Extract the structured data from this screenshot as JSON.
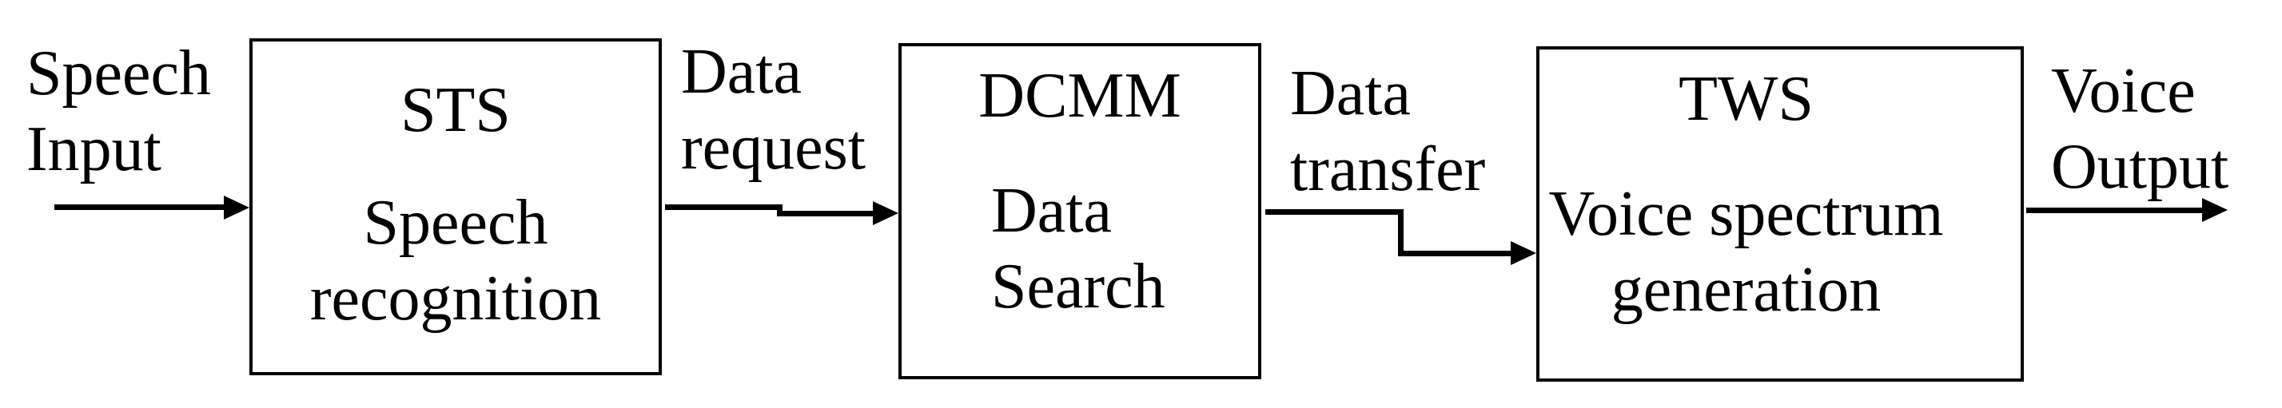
{
  "figure": {
    "background_color": "#ffffff",
    "line_color": "#000000"
  },
  "external_labels": {
    "speech_input": {
      "line1": "Speech",
      "line2": "Input"
    },
    "data_request": {
      "line1": "Data",
      "line2": "request"
    },
    "data_transfer": {
      "line1": "Data",
      "line2": "transfer"
    },
    "voice_output": {
      "line1": "Voice",
      "line2": "Output"
    }
  },
  "boxes": {
    "sts": {
      "title": "STS",
      "description_line1": "Speech",
      "description_line2": "recognition"
    },
    "dcmm": {
      "title": "DCMM",
      "description_line1": "Data",
      "description_line2": "Search"
    },
    "tws": {
      "title": "TWS",
      "description_line1": "Voice spectrum",
      "description_line2": "generation"
    }
  },
  "flow": {
    "sequence": [
      "Speech Input",
      "STS",
      "Data request",
      "DCMM",
      "Data transfer",
      "TWS",
      "Voice Output"
    ]
  }
}
